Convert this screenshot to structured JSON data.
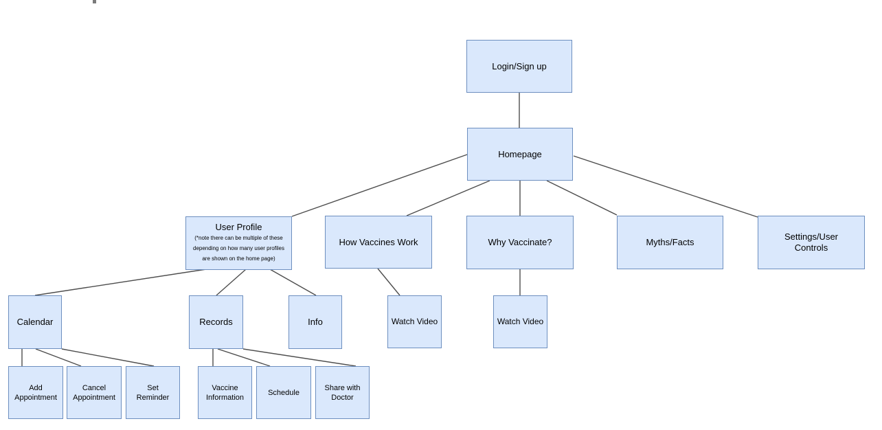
{
  "diagram": {
    "type": "sitemap-flowchart",
    "colors": {
      "node_fill": "#dae8fc",
      "node_border": "#6c8ebf",
      "connector": "#4d4d4d",
      "background": "#ffffff",
      "text": "#000000"
    },
    "nodes": {
      "login": {
        "label": "Login/Sign up"
      },
      "homepage": {
        "label": "Homepage"
      },
      "user_profile": {
        "label": "User Profile",
        "note": "(*note there can be multiple of these\ndepending on how many user profiles\nare shown on the home page)"
      },
      "how_vaccines_work": {
        "label": "How Vaccines Work"
      },
      "why_vaccinate": {
        "label": "Why Vaccinate?"
      },
      "myths_facts": {
        "label": "Myths/Facts"
      },
      "settings_user_controls": {
        "label": "Settings/User\nControls"
      },
      "calendar": {
        "label": "Calendar"
      },
      "records": {
        "label": "Records"
      },
      "info": {
        "label": "Info"
      },
      "watch_video_1": {
        "label": "Watch Video"
      },
      "watch_video_2": {
        "label": "Watch Video"
      },
      "add_appointment": {
        "label": "Add\nAppointment"
      },
      "cancel_appointment": {
        "label": "Cancel\nAppointment"
      },
      "set_reminder": {
        "label": "Set\nReminder"
      },
      "vaccine_information": {
        "label": "Vaccine\nInformation"
      },
      "schedule": {
        "label": "Schedule"
      },
      "share_with_doctor": {
        "label": "Share with\nDoctor"
      }
    },
    "edges": [
      {
        "from": "login",
        "to": "homepage"
      },
      {
        "from": "homepage",
        "to": "user_profile"
      },
      {
        "from": "homepage",
        "to": "how_vaccines_work"
      },
      {
        "from": "homepage",
        "to": "why_vaccinate"
      },
      {
        "from": "homepage",
        "to": "myths_facts"
      },
      {
        "from": "homepage",
        "to": "settings_user_controls"
      },
      {
        "from": "user_profile",
        "to": "calendar"
      },
      {
        "from": "user_profile",
        "to": "records"
      },
      {
        "from": "user_profile",
        "to": "info"
      },
      {
        "from": "how_vaccines_work",
        "to": "watch_video_1"
      },
      {
        "from": "why_vaccinate",
        "to": "watch_video_2"
      },
      {
        "from": "calendar",
        "to": "add_appointment"
      },
      {
        "from": "calendar",
        "to": "cancel_appointment"
      },
      {
        "from": "calendar",
        "to": "set_reminder"
      },
      {
        "from": "records",
        "to": "vaccine_information"
      },
      {
        "from": "records",
        "to": "schedule"
      },
      {
        "from": "records",
        "to": "share_with_doctor"
      }
    ]
  }
}
